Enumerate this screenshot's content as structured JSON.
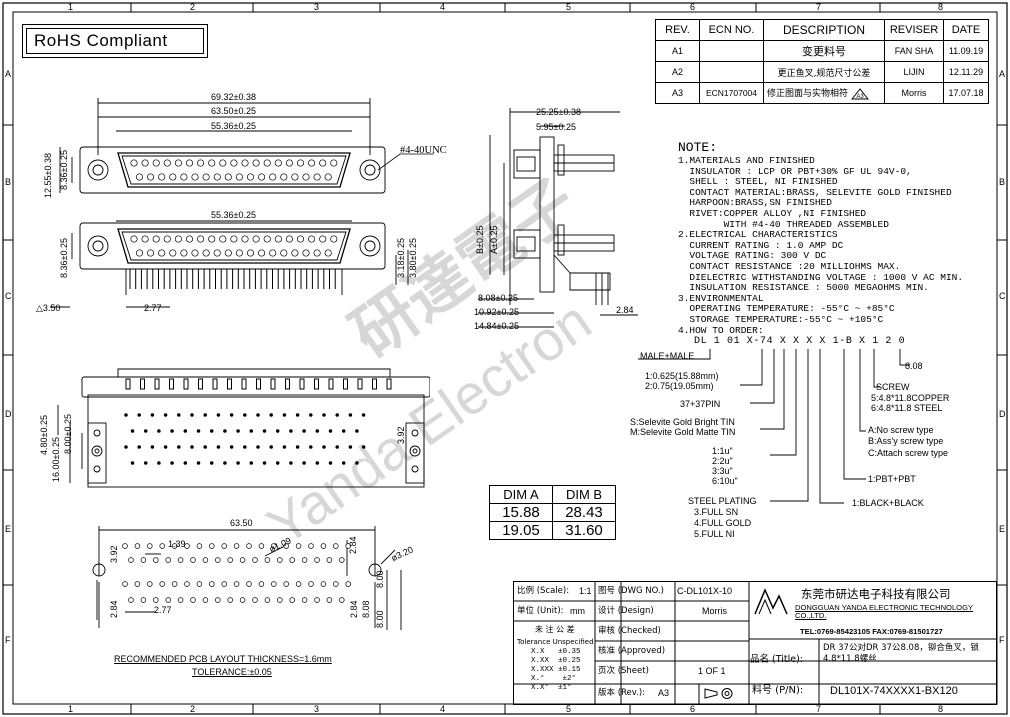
{
  "frame": {
    "columns": [
      "1",
      "2",
      "3",
      "4",
      "5",
      "6",
      "7",
      "8"
    ],
    "rows": [
      "A",
      "B",
      "C",
      "D",
      "E",
      "F"
    ]
  },
  "rohs_label": "RoHS Compliant",
  "revision_table": {
    "headers": [
      "REV.",
      "ECN NO.",
      "DESCRIPTION",
      "REVISER",
      "DATE"
    ],
    "rows": [
      {
        "rev": "A1",
        "ecn": "",
        "desc": "变更料号",
        "reviser": "FAN SHA",
        "date": "11.09.19"
      },
      {
        "rev": "A2",
        "ecn": "",
        "desc": "更正鱼叉,规范尺寸公差",
        "reviser": "LIJIN",
        "date": "12.11.29"
      },
      {
        "rev": "A3",
        "ecn": "ECN1707004",
        "desc": "修正图面与实物相符",
        "reviser": "Morris",
        "date": "17.07.18"
      }
    ],
    "rev_mark": "A3"
  },
  "front_view": {
    "dims": [
      "69.32±0.38",
      "63.50±0.25",
      "55.36±0.25",
      "55.36±0.25",
      "12.55±0.38",
      "8.36±0.25",
      "8.36±0.25",
      "3.18±0.25",
      "3.80±0.25",
      "3.50",
      "2.77"
    ],
    "thread_label": "#4-40UNC"
  },
  "side_view": {
    "dims": [
      "25.25±0.38",
      "5.95±0.25",
      "B±0.25",
      "A±0.25",
      "8.08±0.25",
      "10.92±0.25",
      "14.84±0.25",
      "2.84"
    ]
  },
  "bottom_view": {
    "dims": [
      "4.80±0.25",
      "16.00±0.25",
      "8.00±0.25",
      "3.92"
    ]
  },
  "dim_table": {
    "headers": [
      "DIM A",
      "DIM B"
    ],
    "rows": [
      [
        "15.88",
        "28.43"
      ],
      [
        "19.05",
        "31.60"
      ]
    ]
  },
  "pcb_layout": {
    "dims": [
      "63.50",
      "1.39",
      "ø1.09",
      "2.84",
      "ø3.20",
      "3.92",
      "2.84",
      "2.77",
      "2.84",
      "8.08",
      "8.00",
      "8.00"
    ],
    "note1": "RECOMMENDED PCB LAYOUT THICKNESS=1.6mm",
    "note2": "TOLERANCE:±0.05"
  },
  "notes": {
    "title": "NOTE:",
    "lines": [
      "1.MATERIALS AND FINISHED",
      "  INSULATOR : LCP OR PBT+30% GF UL 94V-0,",
      "  SHELL : STEEL, NI FINISHED",
      "  CONTACT MATERIAL:BRASS, SELEVITE GOLD FINISHED",
      "  HARPOON:BRASS,SN FINISHED",
      "  RIVET:COPPER ALLOY ,NI FINISHED",
      "        WITH #4-40 THREADED ASSEMBLED",
      "2.ELECTRICAL CHARACTERISTICS",
      "  CURRENT RATING : 1.0 AMP DC",
      "  VOLTAGE RATING: 300 V DC",
      "  CONTACT RESISTANCE :20 MILLIOHMS MAX.",
      "  DIELECTRIC WITHSTANDING VOLTAGE : 1000 V AC MIN.",
      "  INSULATION RESISTANCE : 5000 MEGAOHMS MIN.",
      "3.ENVIRONMENTAL",
      "  OPERATING TEMPERATURE: -55°C ~ +85°C",
      "  STORAGE TEMPERATURE:-55°C ~ +105°C",
      "4.HOW TO ORDER:"
    ]
  },
  "order_code": {
    "code": "DL 1 01 X-74 X X X X 1-B X 1 2 0",
    "options": [
      "8.08",
      "MALE+MALE",
      "SCREW",
      "5:4.8*11.8COPPER",
      "6:4.8*11.8 STEEL",
      "1:0.625(15.88mm)",
      "2:0.75(19.05mm)",
      "37+37PIN",
      "S:Selevite Gold Bright TIN",
      "M:Selevite Gold Matte TIN",
      "A:No screw type",
      "B:Ass'y screw type",
      "C:Attach screw type",
      "1:1u\"",
      "2:2u\"",
      "3:3u\"",
      "6:10u\"",
      "1:PBT+PBT",
      "STEEL PLATING",
      "3.FULL SN",
      "4.FULL GOLD",
      "5.FULL NI",
      "1:BLACK+BLACK"
    ]
  },
  "title_block": {
    "scale_label": "比例 (Scale):",
    "scale_value": "1:1",
    "dwg_label": "图号 (DWG NO.)",
    "dwg_value": "C-DL101X-10",
    "unit_label": "单位 (Unit):",
    "unit_value": "mm",
    "design_label": "设计 (Design)",
    "design_value": "Morris",
    "check_label": "审核 (Checked)",
    "approve_label": "核准 (Approved)",
    "sheet_label": "页次 (Sheet)",
    "sheet_value": "1 OF 1",
    "rev_label": "版本 (Rev.):",
    "rev_value": "A3",
    "tol_head": "未 注 公 差",
    "tol_head_en": "Tolerance Unspecified",
    "tolerances": [
      "X.X   ±0.35",
      "X.XX  ±0.25",
      "X.XXX ±0.15",
      "X.°    ±2°",
      "X.X°  ±1°"
    ],
    "company_cn": "东莞市研达电子科技有限公司",
    "company_en": "DONGGUAN YANDA ELECTRONIC TECHNOLOGY CO.,LTD.",
    "contact": "TEL:0769-85423105   FAX:0769-81501727",
    "title_label": "品名 (Title):",
    "title_value": "DR 37公对DR 37公8.08，铆合鱼叉，锁4.8*11.8螺丝",
    "pn_label": "料号 (P/N):",
    "pn_value": "DL101X-74XXXX1-BX120"
  },
  "watermark": {
    "cn": "研達電子",
    "en": "Yanda Electron"
  }
}
